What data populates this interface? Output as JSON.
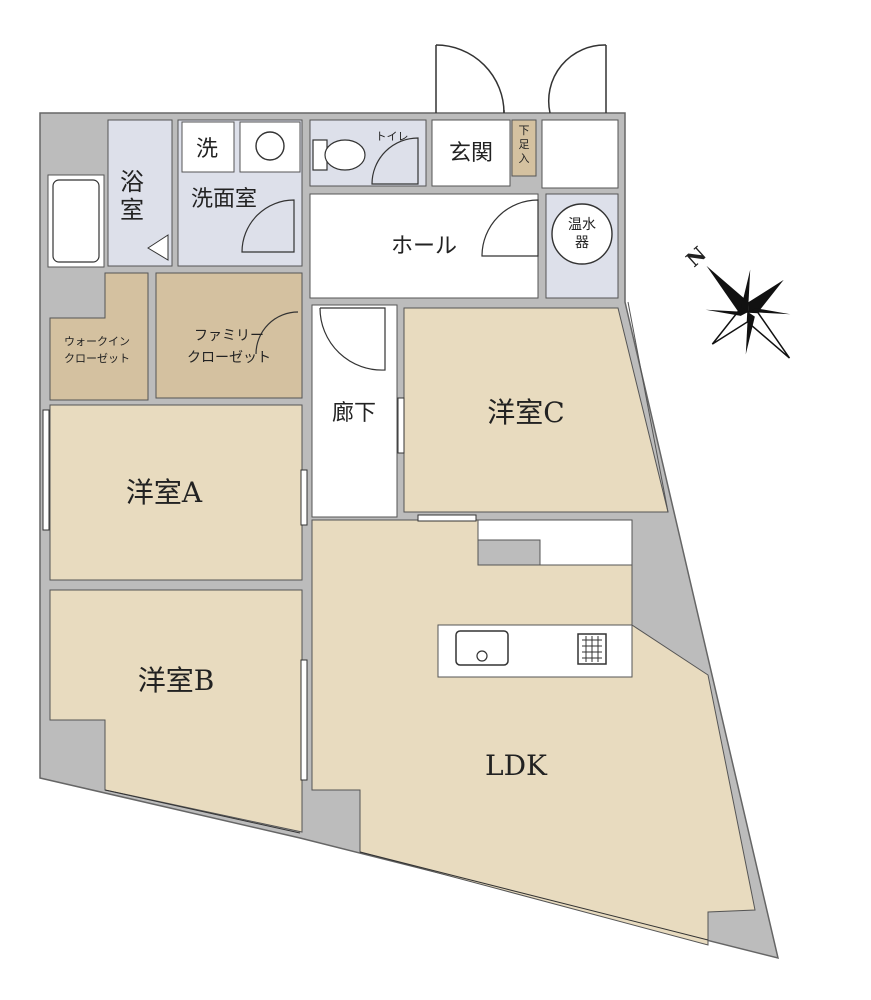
{
  "rooms": {
    "bath": [
      "浴",
      "室"
    ],
    "washer": "洗",
    "washroom": "洗面室",
    "toilet": "トイレ",
    "entrance": "玄関",
    "shoe_box": [
      "下",
      "足",
      "入"
    ],
    "hall": "ホール",
    "water_heater": [
      "温水",
      "器"
    ],
    "walkin_closet": [
      "ウォークイン",
      "クローゼット"
    ],
    "family_closet": [
      "ファミリー",
      "クローゼット"
    ],
    "corridor": "廊下",
    "room_c": "洋室C",
    "room_a": "洋室A",
    "room_b": "洋室B",
    "ldk": "LDK"
  },
  "compass": {
    "north_label": "N"
  },
  "colors": {
    "wall": "#bcbcbc",
    "room_floor": "#e8dbbf",
    "closet": "#d4c1a0",
    "wet_area": "#dde0ea",
    "white": "#ffffff"
  }
}
